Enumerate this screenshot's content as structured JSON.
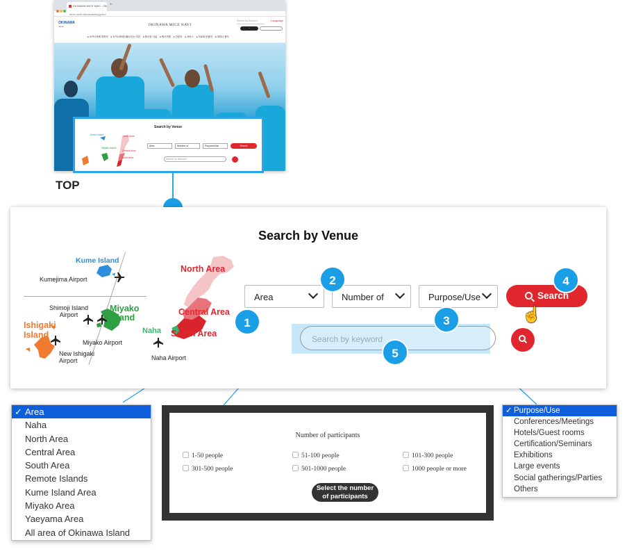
{
  "thumbnail": {
    "tab_title": "OKINAWA MICE NAVI - Okinawa",
    "url": "mice.ocvb.okinawastory.jp/ko/",
    "logo_text": "OKINAWA",
    "logo_sub": "Japan",
    "brand": "OKINAWA MICE NAVI",
    "search_placeholder": "Search by keyword",
    "language": "Language",
    "nav_items": [
      "오키나와에 대하여",
      "오키나와에서할수있는 미션",
      "행사장·시설",
      "행사지원",
      "관광지",
      "서비스",
      "자료와 문을의",
      "세미나 행사"
    ],
    "card_title": "Search by Venue",
    "card_fields": [
      "Area",
      "Number of",
      "Purpose/Use",
      "Search"
    ],
    "card_keyword": "Search by keyword",
    "card_map_labels": [
      "Kume Island",
      "North Area",
      "Central Area",
      "Miyako Island",
      "South Area"
    ]
  },
  "top_label": "TOP",
  "panel": {
    "title": "Search by Venue",
    "map_labels": {
      "kume_island": "Kume Island",
      "kumejima_airport": "Kumejima Airport",
      "shimoji_airport": "Shimoji Island\nAirport",
      "miyako_island": "Miyako\nIsland",
      "miyako_airport": "Miyako Airport",
      "ishigaki_island": "Ishigaki\nIsland",
      "new_ishigaki_airport": "New Ishigaki\nAirport",
      "north_area": "North Area",
      "central_area": "Central Area",
      "naha": "Naha",
      "south_area": "South Area",
      "naha_airport": "Naha Airport"
    },
    "area_select": "Area",
    "participants_select": "Number of",
    "purpose_select": "Purpose/Use",
    "search_button": "Search",
    "keyword_placeholder": "Search by keyword"
  },
  "badges": [
    "1",
    "2",
    "3",
    "4",
    "5"
  ],
  "area_dropdown": {
    "options": [
      "Area",
      "Naha",
      "North Area",
      "Central Area",
      "South Area",
      "Remote Islands",
      "Kume Island Area",
      "Miyako Area",
      "Yaeyama Area",
      "All area of Okinawa Island"
    ],
    "selected_index": 0
  },
  "participants_panel": {
    "title": "Number of participants",
    "options": [
      "1-50 people",
      "51-100 people",
      "101-300 people",
      "301-500 people",
      "501-1000 people",
      "1000 people or more"
    ],
    "button": "Select the number\nof participants"
  },
  "purpose_dropdown": {
    "options": [
      "Purpose/Use",
      "Conferences/Meetings",
      "Hotels/Guest rooms",
      "Certification/Seminars",
      "Exhibitions",
      "Large events",
      "Social gatherings/Parties",
      "Others"
    ],
    "selected_index": 0
  },
  "colors": {
    "accent_blue": "#1a9ee6",
    "highlight_frame": "#2aa5e8",
    "brand_red": "#e0272e",
    "selected_option": "#0f5fdc",
    "north_area": "#f5c4c7",
    "central_area": "#e8747b",
    "south_area": "#d8242d",
    "naha": "#3cb371",
    "kume": "#2b8fdc",
    "miyako": "#2ea043",
    "ishigaki": "#f07a30"
  }
}
